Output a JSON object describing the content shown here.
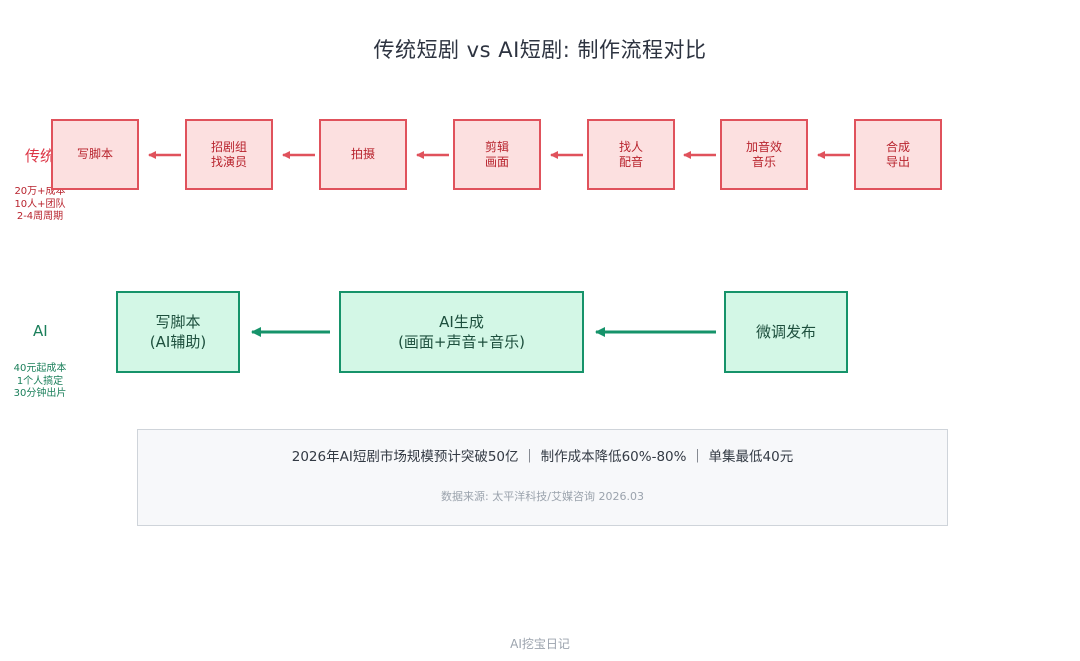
{
  "title": "传统短剧 vs AI短剧: 制作流程对比",
  "traditional": {
    "label": "传统",
    "stats": [
      "20万+成本",
      "10人+团队",
      "2-4周周期"
    ],
    "steps": [
      "写脚本",
      "招剧组\n找演员",
      "拍摄",
      "剪辑\n画面",
      "找人\n配音",
      "加音效\n音乐",
      "合成\n导出"
    ],
    "color": "#e0525c"
  },
  "ai": {
    "label": "AI",
    "stats": [
      "40元起成本",
      "1个人搞定",
      "30分钟出片"
    ],
    "steps": [
      "写脚本\n(AI辅助)",
      "AI生成\n(画面+声音+音乐)",
      "微调发布"
    ],
    "color": "#16936a"
  },
  "info": {
    "main": "2026年AI短剧市场规模预计突破50亿 ｜ 制作成本降低60%-80% ｜ 单集最低40元",
    "source": "数据来源: 太平洋科技/艾媒咨询 2026.03"
  },
  "footer": "AI挖宝日记"
}
